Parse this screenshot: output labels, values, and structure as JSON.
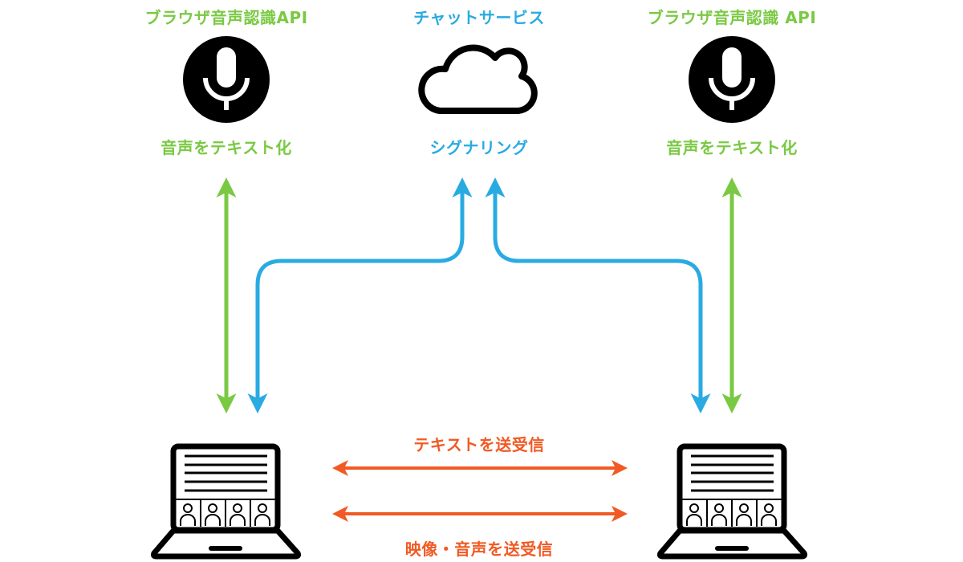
{
  "colors": {
    "speech_api": "#7ac943",
    "signaling": "#29abe2",
    "p2p": "#f15a24",
    "icon": "#000000"
  },
  "nodes": {
    "speech_api_left": {
      "title": "ブラウザ音声認識API",
      "caption": "音声をテキスト化",
      "icon": "microphone-icon"
    },
    "chat_service": {
      "title": "チャットサービス",
      "caption": "シグナリング",
      "icon": "cloud-icon"
    },
    "speech_api_right": {
      "title": "ブラウザ音声認識 API",
      "caption": "音声をテキスト化",
      "icon": "microphone-icon"
    },
    "client_left": {
      "icon": "laptop-video-chat-icon"
    },
    "client_right": {
      "icon": "laptop-video-chat-icon"
    }
  },
  "edges": {
    "text_exchange": "テキストを送受信",
    "media_exchange": "映像・音声を送受信"
  }
}
